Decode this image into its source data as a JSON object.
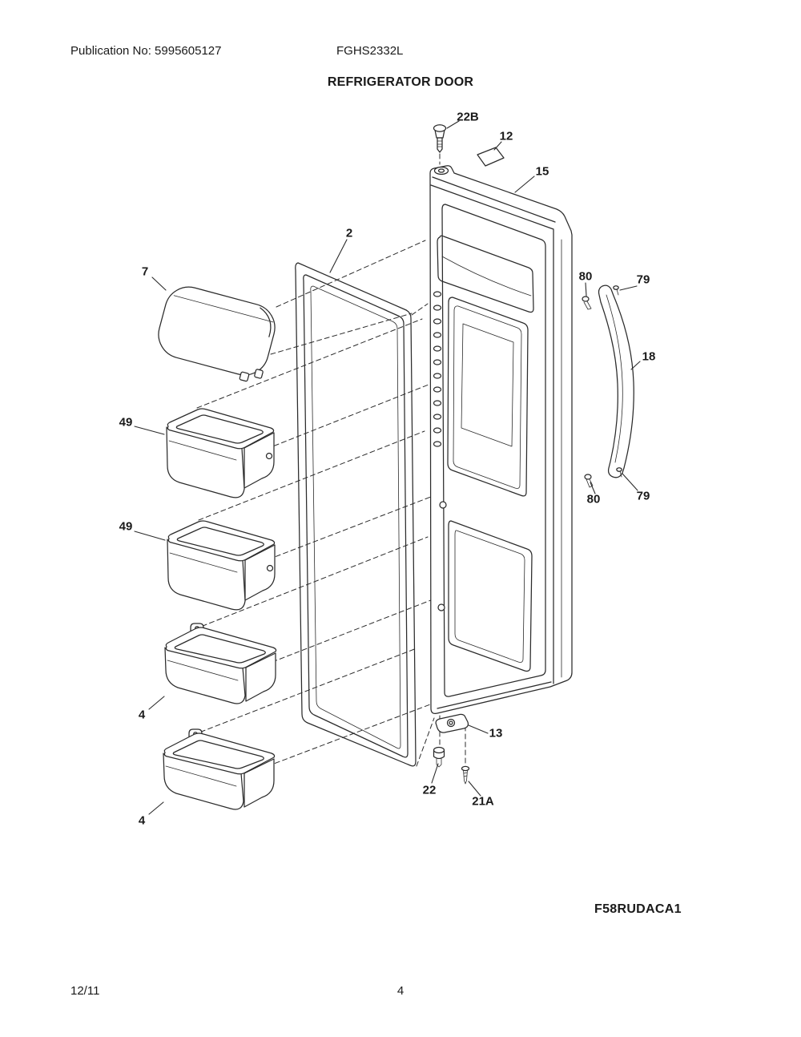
{
  "colors": {
    "ink": "#1a1a1a",
    "paper": "#ffffff"
  },
  "header": {
    "publication_no": "Publication No: 5995605127",
    "model": "FGHS2332L"
  },
  "page_title": "REFRIGERATOR DOOR",
  "diagram": {
    "code": "F58RUDACA1",
    "callouts": {
      "k22b": "22B",
      "k12": "12",
      "k15": "15",
      "k2": "2",
      "k7": "7",
      "k80_top": "80",
      "k79_top": "79",
      "k18": "18",
      "k49_upper": "49",
      "k49_lower": "49",
      "k80_bottom": "80",
      "k79_bottom": "79",
      "k4_upper": "4",
      "k13": "13",
      "k22": "22",
      "k21a": "21A",
      "k4_lower": "4"
    }
  },
  "footer": {
    "date": "12/11",
    "page_number": "4"
  }
}
